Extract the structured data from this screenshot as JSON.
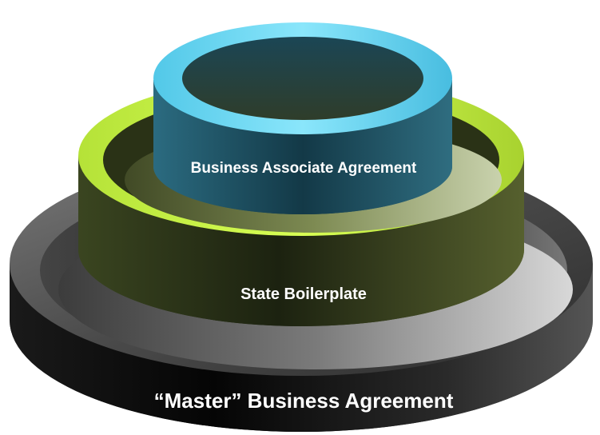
{
  "diagram": {
    "rings": [
      {
        "id": "outer",
        "label": "“Master” Business Agreement",
        "rim_color": "#5a5a5a",
        "wall_color": "#111111"
      },
      {
        "id": "middle",
        "label": "State Boilerplate",
        "rim_color": "#c4f03a",
        "wall_color": "#2e3616"
      },
      {
        "id": "inner",
        "label": "Business Associate Agreement",
        "rim_color": "#5fd3ee",
        "wall_color": "#1d4a5a"
      }
    ]
  }
}
